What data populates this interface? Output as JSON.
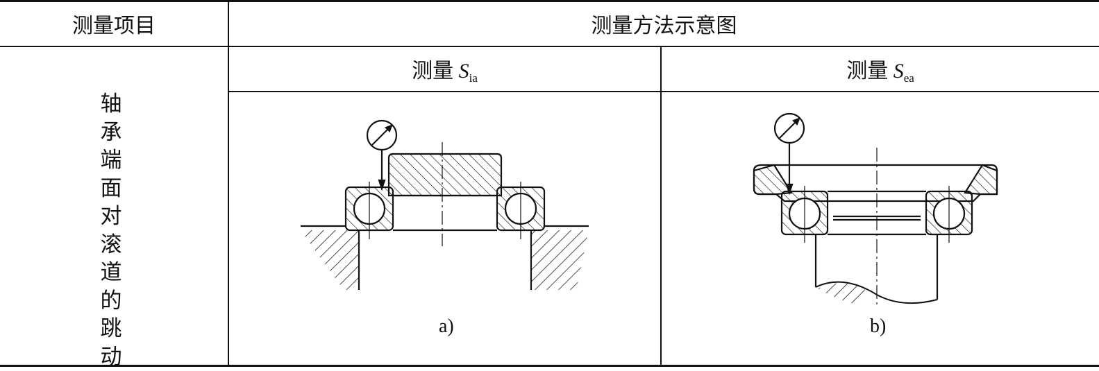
{
  "table": {
    "header": {
      "col1": "测量项目",
      "col2": "测量方法示意图"
    },
    "row": {
      "item_chars": [
        "轴",
        "承",
        "端",
        "面",
        "对",
        "滚",
        "道",
        "的",
        "跳",
        "动"
      ],
      "sub_a_prefix": "测量 ",
      "sub_a_symbol": "S",
      "sub_a_subscript": "ia",
      "sub_b_prefix": "测量 ",
      "sub_b_symbol": "S",
      "sub_b_subscript": "ea",
      "caption_a": "a)",
      "caption_b": "b)"
    }
  }
}
